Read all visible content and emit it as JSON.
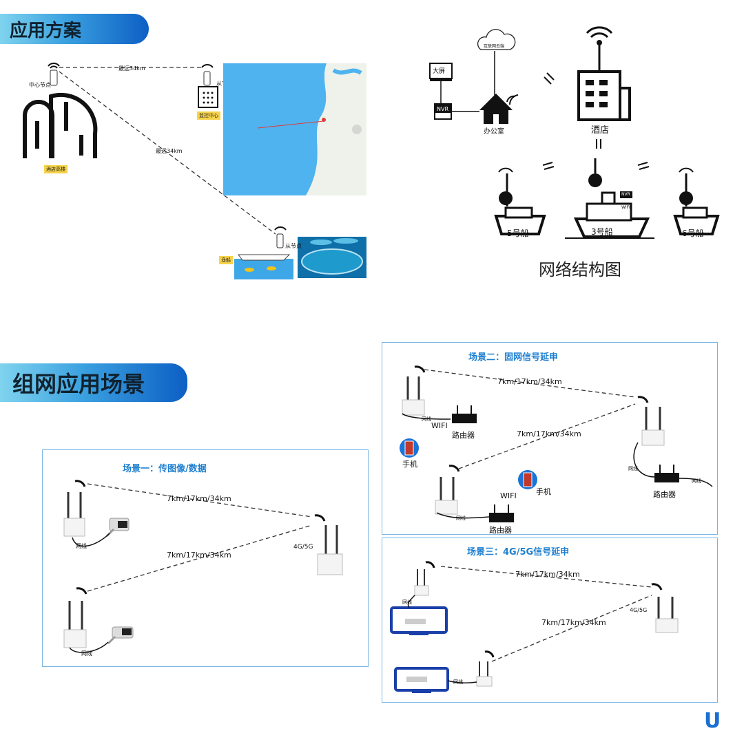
{
  "banners": {
    "top": "应用方案",
    "bottom": "组网应用场景"
  },
  "top_left": {
    "central_node": "中心节点",
    "slave_node_1": "从节",
    "slave_node_2": "从节点",
    "distance_1": "最远34km",
    "distance_2": "最远34km",
    "hotel_tag": "酒店高楼",
    "monitor_tag": "监控中心",
    "boat_tag": "渔船"
  },
  "network": {
    "screen": "大屏",
    "nvr": "NVR",
    "cloud": "互联网云端",
    "office": "办公室",
    "hotel": "酒店",
    "ship5": "5号船",
    "ship3": "3号船",
    "ship6": "6号船",
    "nvr_ship": "NVR",
    "wifi": "WIFI",
    "title": "网络结构图"
  },
  "scene1": {
    "title": "场景一：传图像/数据",
    "dist1": "7km/17km/34km",
    "dist2": "7km/17km/34km",
    "band": "4G/5G",
    "wire1": "网线",
    "wire2": "网线"
  },
  "scene2": {
    "title": "场景二：固网信号延申",
    "dist1": "7km/17km/34km",
    "dist2": "7km/17km/34km",
    "wire1": "网线",
    "wire2": "网线",
    "wire3": "网线",
    "wire4": "网线",
    "wifi1": "WIFI",
    "wifi2": "WIFI",
    "router1": "路由器",
    "router2": "路由器",
    "router3": "路由器",
    "phone1": "手机",
    "phone2": "手机"
  },
  "scene3": {
    "title": "场景三：4G/5G信号延申",
    "dist1": "7km/17km/34km",
    "dist2": "7km/17km/34km",
    "band": "4G/5G",
    "wire1": "网线",
    "wire2": "网线"
  },
  "logo": "U"
}
